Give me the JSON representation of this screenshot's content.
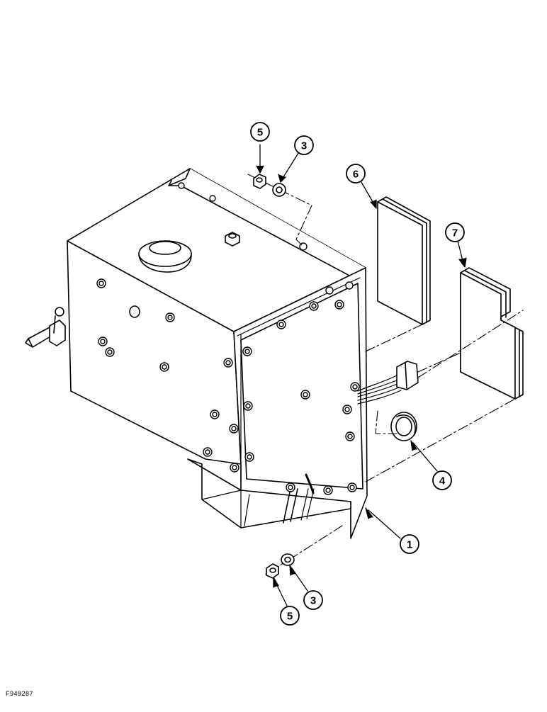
{
  "figure": {
    "id_label": "F949287"
  },
  "callouts": [
    {
      "key": "c5_top",
      "label": "5"
    },
    {
      "key": "c3_top",
      "label": "3"
    },
    {
      "key": "c6",
      "label": "6"
    },
    {
      "key": "c7",
      "label": "7"
    },
    {
      "key": "c4",
      "label": "4"
    },
    {
      "key": "c1",
      "label": "1"
    },
    {
      "key": "c3_bottom",
      "label": "3"
    },
    {
      "key": "c5_bottom",
      "label": "5"
    }
  ],
  "colors": {
    "ink": "#000000",
    "paper": "#ffffff"
  }
}
